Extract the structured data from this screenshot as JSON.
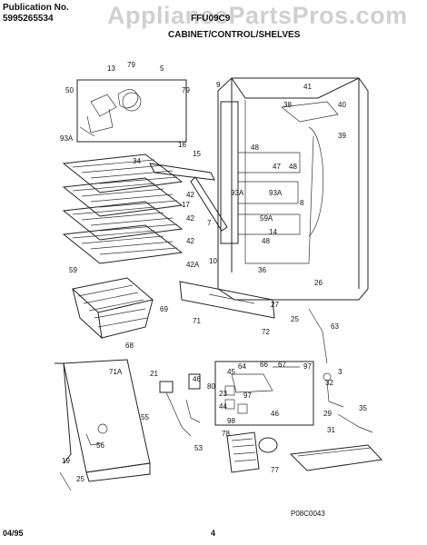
{
  "header": {
    "publication_label": "Publication No.",
    "publication_number": "5995265534",
    "model": "FFU09C9",
    "section_title": "CABINET/CONTROL/SHELVES"
  },
  "watermark": "AppliancePartsPros.com",
  "diagram_code": "P08C0043",
  "footer": {
    "date": "04/95",
    "page": "4"
  },
  "callouts": [
    "13",
    "79",
    "5",
    "79",
    "50",
    "93A",
    "9",
    "41",
    "38",
    "40",
    "39",
    "16",
    "15",
    "48",
    "47",
    "48",
    "34",
    "93A",
    "93A",
    "17",
    "42",
    "42",
    "42",
    "42A",
    "8",
    "59A",
    "7",
    "14",
    "48",
    "59",
    "10",
    "26",
    "69",
    "36",
    "27",
    "25",
    "71",
    "72",
    "63",
    "68",
    "71A",
    "21",
    "46",
    "45",
    "64",
    "66",
    "67",
    "80",
    "55",
    "97",
    "3",
    "23",
    "44",
    "97",
    "32",
    "35",
    "29",
    "98",
    "46",
    "56",
    "53",
    "31",
    "78",
    "77",
    "19",
    "25"
  ],
  "colors": {
    "line": "#222222",
    "background": "#ffffff",
    "watermark": "#aaaaaa"
  }
}
